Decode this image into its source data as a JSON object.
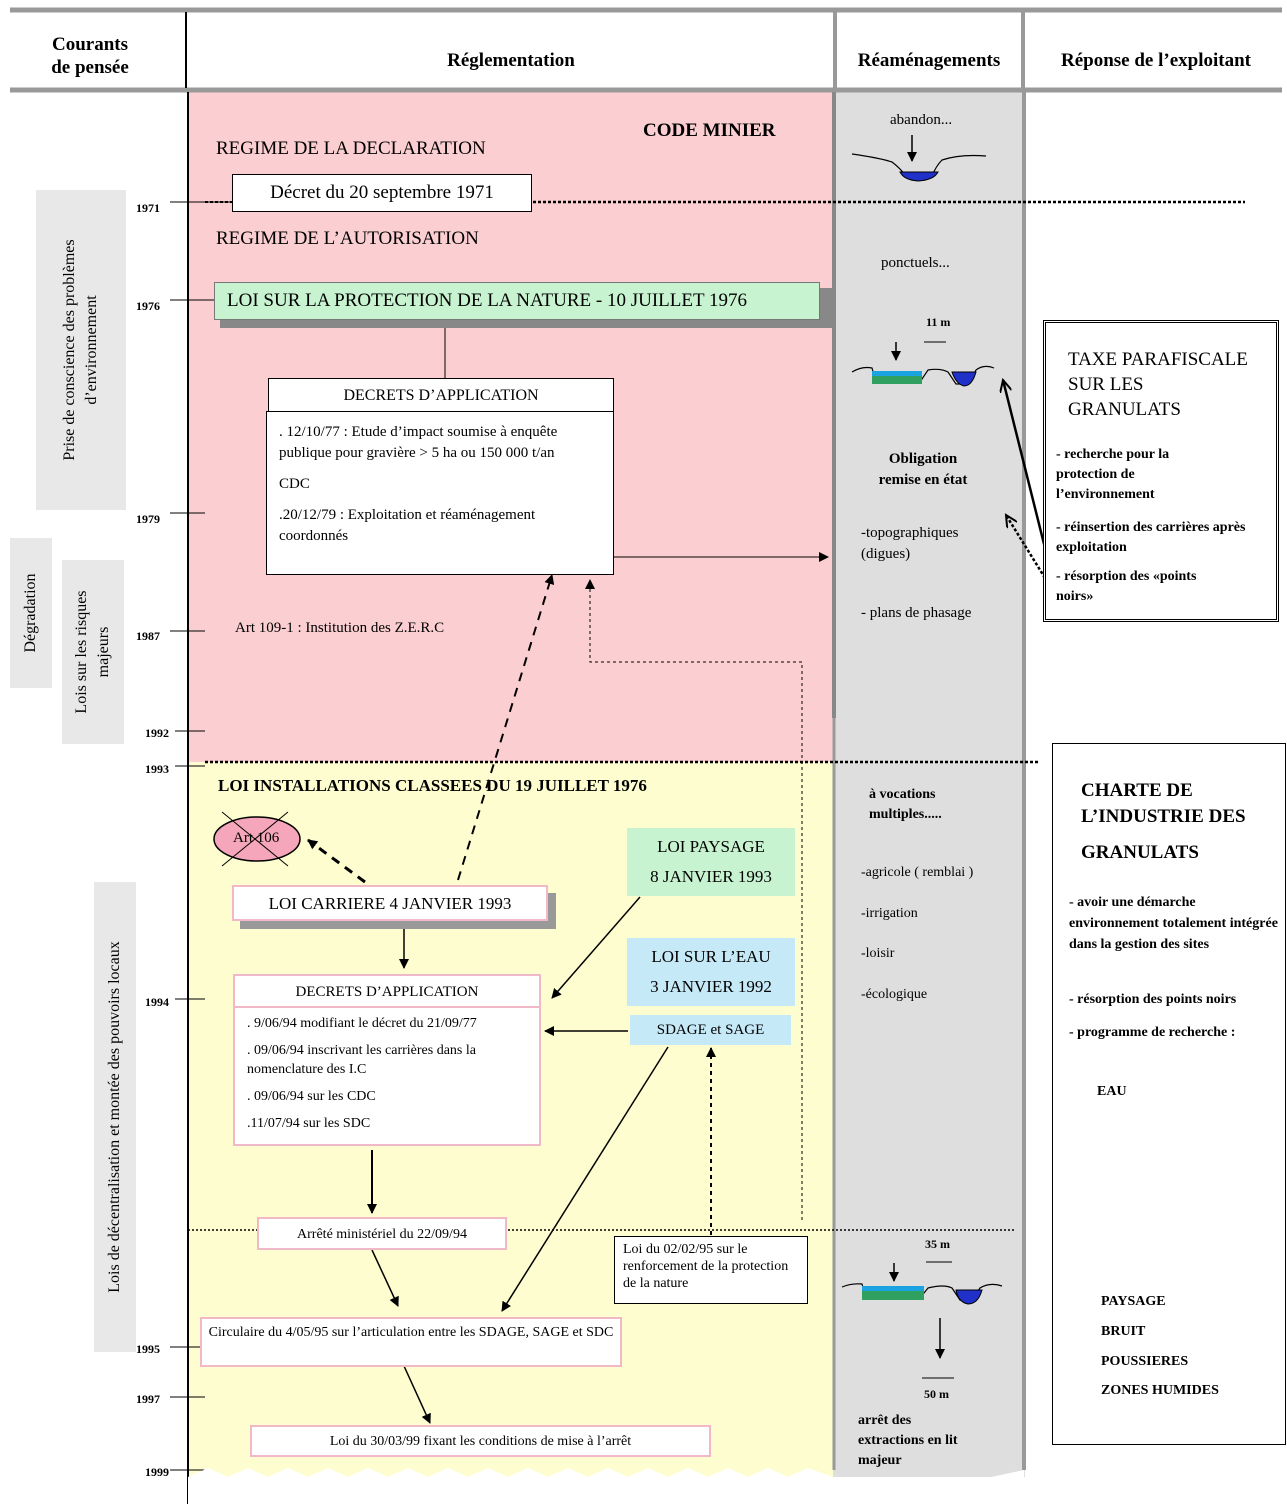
{
  "header": {
    "col1": "Courants de pensée",
    "col1_line1": "Courants",
    "col1_line2": "de pensée",
    "col2": "Réglementation",
    "col3": "Réaménagements",
    "col4": "Réponse de l’exploitant"
  },
  "currents": {
    "env": "Prise de conscience des problèmes d’environnement",
    "env_line1": "Prise de conscience des problèmes",
    "env_line2": "d’environnement",
    "degradation": "Dégradation",
    "risques": "Lois sur les risques majeurs",
    "risques_line1": "Lois sur les risques",
    "risques_line2": "majeurs",
    "decentral": "Lois de décentralisation et montée des pouvoirs locaux"
  },
  "years": [
    "1971",
    "1976",
    "1979",
    "1987",
    "1992",
    "1993",
    "1994",
    "1995",
    "1997",
    "1999"
  ],
  "reg": {
    "code_minier": "CODE MINIER",
    "regime_decl": "REGIME DE LA DECLARATION",
    "decret_1971": "Décret du 20 septembre 1971",
    "regime_auto": "REGIME DE L’AUTORISATION",
    "loi_nature": "LOI SUR LA PROTECTION DE LA NATURE - 10 JUILLET 1976",
    "decrets_app_title": "DECRETS D’APPLICATION",
    "decrets_app_1": ". 12/10/77 : Etude d’impact soumise à enquête publique pour gravière > 5 ha ou 150 000 t/an",
    "decrets_app_2": "CDC",
    "decrets_app_3": ".20/12/79 : Exploitation et réaménagement coordonnés",
    "art109": "Art 109-1 : Institution des Z.E.R.C",
    "loi_ic": "LOI INSTALLATIONS CLASSEES DU 19 JUILLET 1976",
    "art106": "Art 106",
    "loi_carriere": "LOI CARRIERE 4 JANVIER 1993",
    "loi_paysage_1": "LOI PAYSAGE",
    "loi_paysage_2": "8 JANVIER 1993",
    "loi_eau_1": "LOI SUR L’EAU",
    "loi_eau_2": "3 JANVIER 1992",
    "sdage": "SDAGE et SAGE",
    "decrets2_title": "DECRETS D’APPLICATION",
    "decrets2_1": ". 9/06/94 modifiant le décret du 21/09/77",
    "decrets2_2": ". 09/06/94 inscrivant les carrières dans la nomenclature des I.C",
    "decrets2_3": ". 09/06/94 sur les CDC",
    "decrets2_4": ".11/07/94 sur les SDC",
    "arrete": "Arrêté ministériel du 22/09/94",
    "loi_1995": "Loi du 02/02/95 sur le renforcement de la protection de la nature",
    "circulaire": "Circulaire du 4/05/95 sur l’articulation entre les SDAGE, SAGE et SDC",
    "loi_1999": "Loi du 30/03/99 fixant les conditions de mise à l’arrêt"
  },
  "ream": {
    "abandon": "abandon...",
    "ponctuels": "ponctuels...",
    "m11": "11 m",
    "obligation": "Obligation remise en état",
    "obligation_1": "Obligation",
    "obligation_2": "remise en état",
    "topo": "-topographiques (digues)",
    "topo_1": "-topographiques",
    "topo_2": "(digues)",
    "plans": "- plans de phasage",
    "vocations": "à vocations multiples.....",
    "vocations_1": "à vocations",
    "vocations_2": "multiples.....",
    "agricole": "-agricole ( remblai )",
    "irrigation": "-irrigation",
    "loisir": "-loisir",
    "ecologique": "-écologique",
    "m35": "35 m",
    "m50": "50 m",
    "arret": "arrêt des extractions en lit majeur",
    "arret_1": "arrêt des",
    "arret_2": "extractions en lit",
    "arret_3": "majeur"
  },
  "exploitant": {
    "taxe_1": "TAXE PARAFISCALE",
    "taxe_2": "SUR LES",
    "taxe_3": "GRANULATS",
    "taxe_item1": "- recherche pour  la protection  de l’environnement",
    "taxe_item2": "- réinsertion des carrières après exploitation",
    "taxe_item3": "- résorption des «points noirs»",
    "charte_1": "CHARTE DE",
    "charte_2": "L’INDUSTRIE DES",
    "charte_3": "GRANULATS",
    "charte_item1": "- avoir une démarche environnement totalement intégrée dans la gestion des sites",
    "charte_item2": "- résorption des points noirs",
    "charte_item3": "- programme de recherche :",
    "eau": "EAU",
    "paysage": "PAYSAGE",
    "bruit": "BRUIT",
    "poussieres": "POUSSIERES",
    "zones": "ZONES HUMIDES"
  },
  "colors": {
    "pink": "#fbcfd1",
    "yellow": "#fdfdd0",
    "grey": "#dedede",
    "green": "#c8f3d0",
    "blue": "#c6e9f8"
  }
}
